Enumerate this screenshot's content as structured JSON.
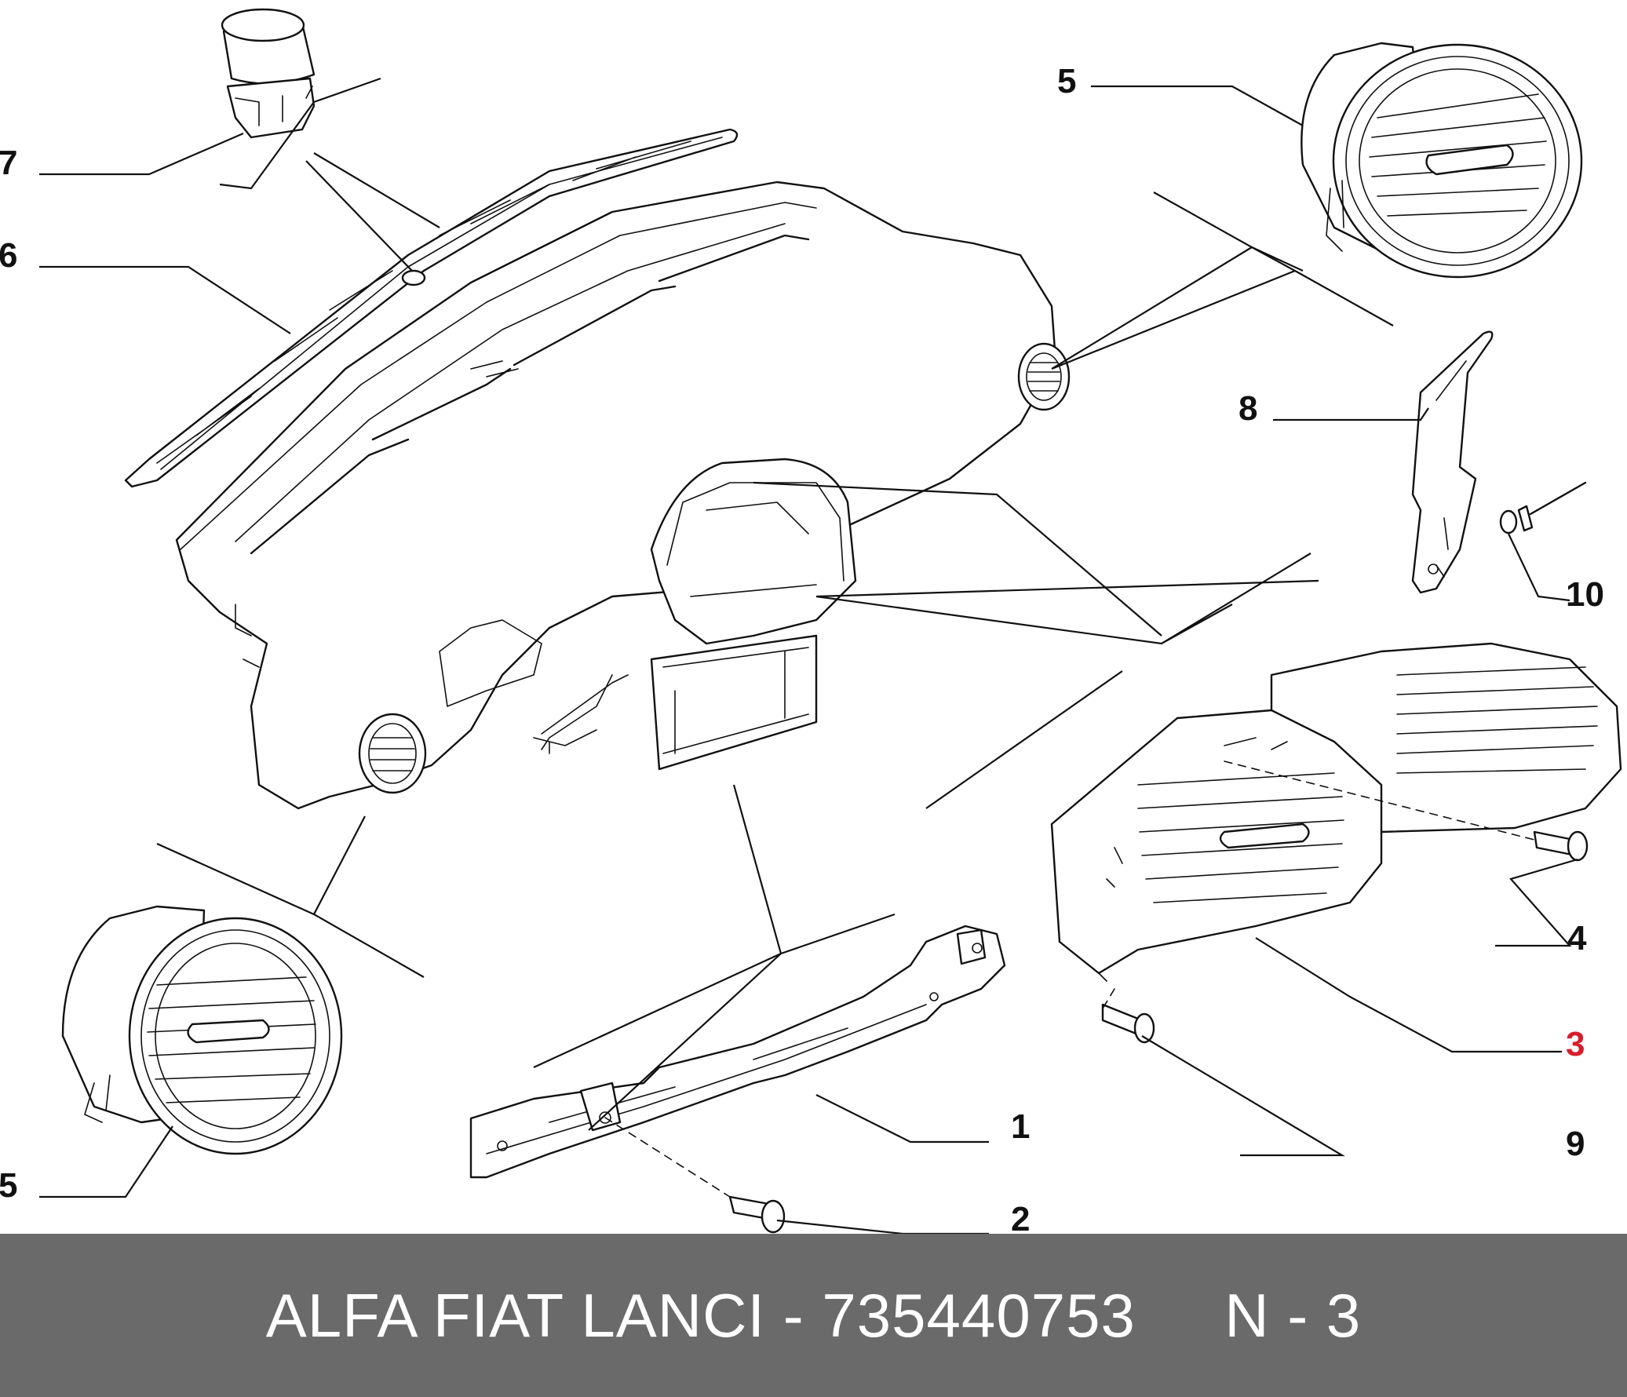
{
  "diagram": {
    "callouts": [
      {
        "id": "1",
        "label": "1",
        "highlighted": false
      },
      {
        "id": "2",
        "label": "2",
        "highlighted": false
      },
      {
        "id": "3",
        "label": "3",
        "highlighted": true
      },
      {
        "id": "4",
        "label": "4",
        "highlighted": false
      },
      {
        "id": "5a",
        "label": "5",
        "highlighted": false
      },
      {
        "id": "5b",
        "label": "5",
        "highlighted": false
      },
      {
        "id": "6",
        "label": "6",
        "highlighted": false
      },
      {
        "id": "7",
        "label": "7",
        "highlighted": false
      },
      {
        "id": "8",
        "label": "8",
        "highlighted": false
      },
      {
        "id": "9",
        "label": "9",
        "highlighted": false
      },
      {
        "id": "10",
        "label": "10",
        "highlighted": false
      }
    ],
    "highlight_color": "#d81d2a",
    "line_color": "#111111"
  },
  "footer": {
    "text": "ALFA FIAT LANCI - 735440753     N - 3",
    "background": "#6a6a6a",
    "text_color": "#ffffff"
  }
}
